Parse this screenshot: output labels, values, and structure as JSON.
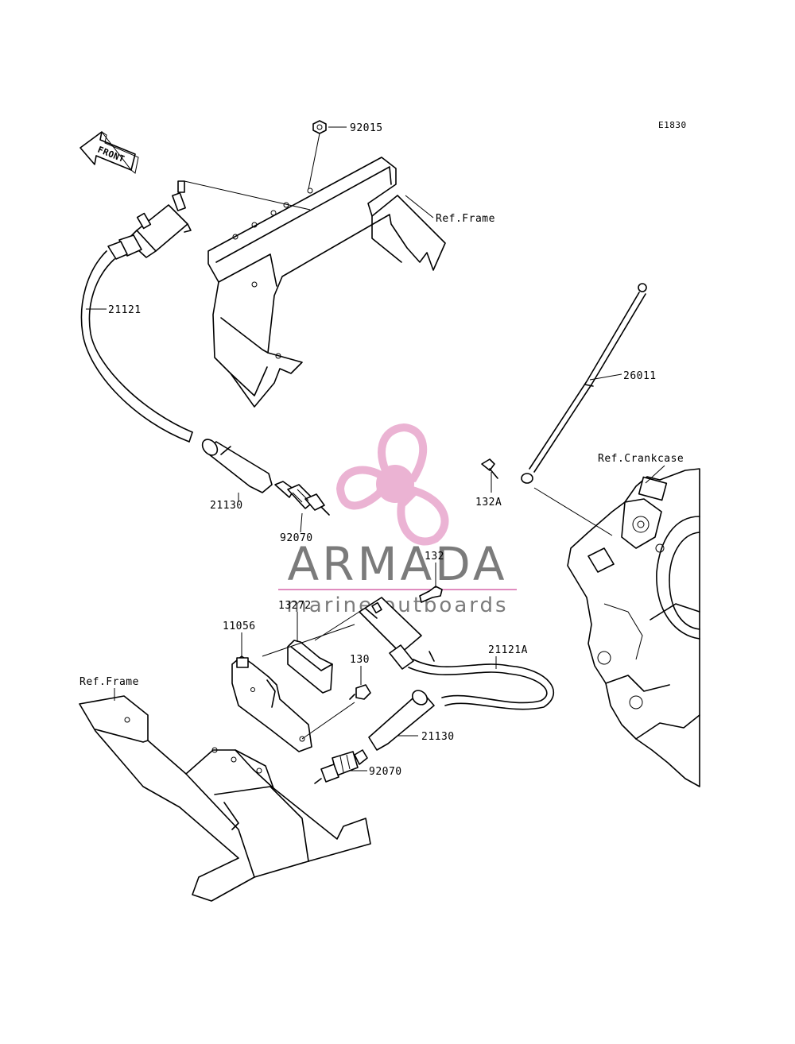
{
  "diagram_code": "E1830",
  "front_arrow_label": "FRONT",
  "labels": {
    "p92015": "92015",
    "ref_frame_top": "Ref.Frame",
    "p21121": "21121",
    "p26011": "26011",
    "ref_crankcase": "Ref.Crankcase",
    "p132a": "132A",
    "p21130_top": "21130",
    "p92070_top": "92070",
    "p132": "132",
    "p13272": "13272",
    "p11056": "11056",
    "p130": "130",
    "p21121a": "21121A",
    "ref_frame_bottom": "Ref.Frame",
    "p21130_bottom": "21130",
    "p92070_bottom": "92070"
  },
  "watermark": {
    "title": "ARMADA",
    "subtitle": "marine outboards",
    "colors": {
      "pink": "#e8a6cc",
      "pink_dark": "#e08cbf",
      "gray": "#7b7b7b"
    }
  }
}
